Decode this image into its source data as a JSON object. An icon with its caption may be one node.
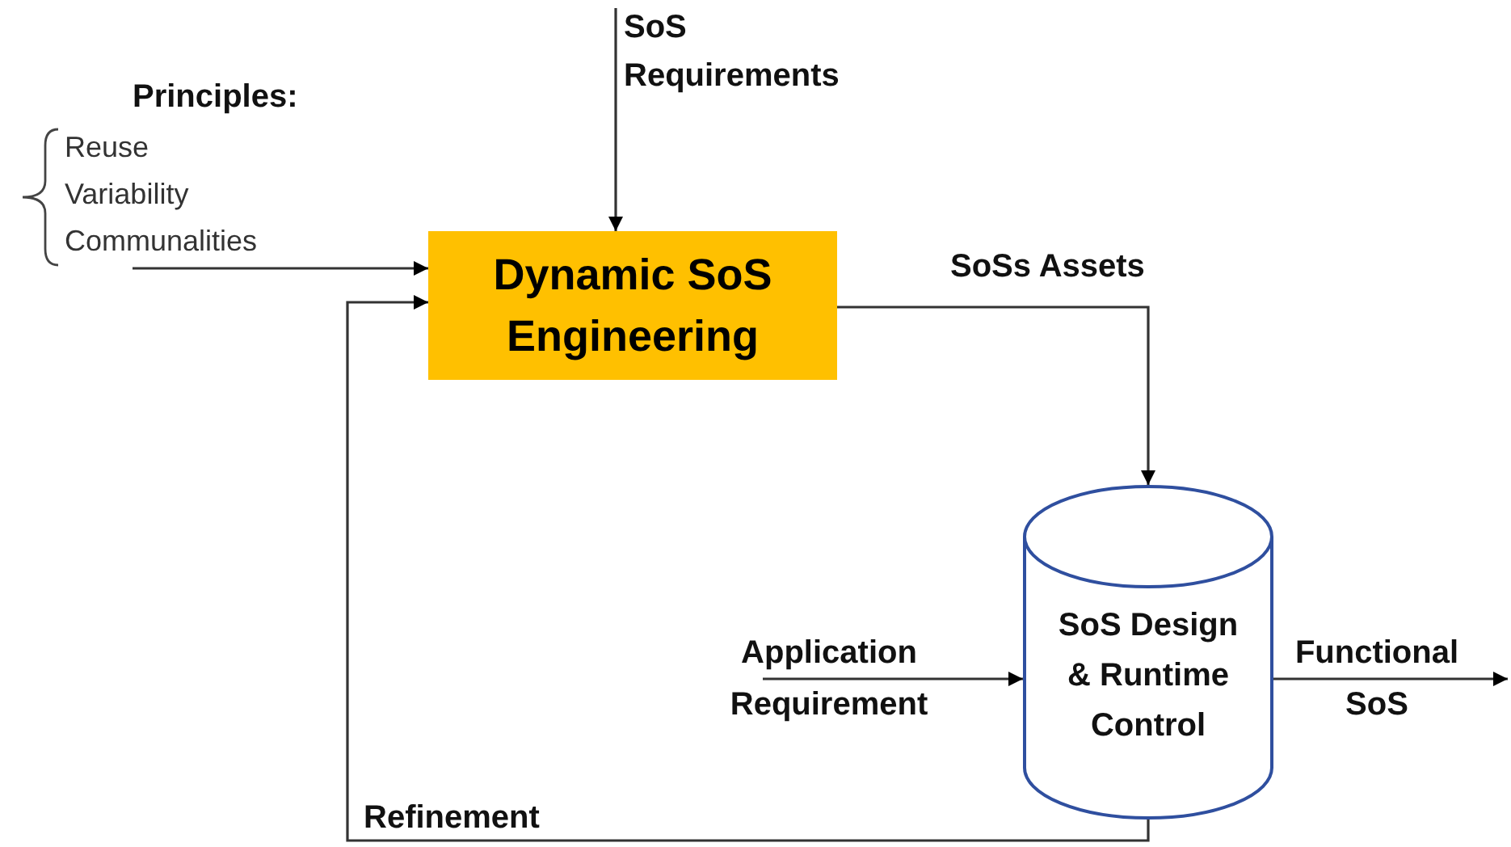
{
  "diagram": {
    "nodes": [
      {
        "text": [
          "Dynamic SoS Engineering"
        ]
      },
      {
        "text": [
          "SoS Design & Runtime Control"
        ]
      },
      {
        "text": [
          "Principles:",
          "Reuse",
          "Variability",
          "Communalities"
        ]
      }
    ],
    "edges": [
      {
        "from": null,
        "to": 0,
        "arrow": "to",
        "label": "SoS Requirements"
      },
      {
        "from": 2,
        "to": 0,
        "arrow": "to"
      },
      {
        "from": 0,
        "to": 1,
        "arrow": "to",
        "label": "SoSs Assets"
      },
      {
        "from": null,
        "to": 1,
        "arrow": "to",
        "label": "Application Requirement"
      },
      {
        "from": 1,
        "to": null,
        "arrow": "to",
        "label": "Functional SoS"
      },
      {
        "from": 1,
        "to": 0,
        "arrow": "to",
        "label": "Refinement"
      }
    ]
  }
}
